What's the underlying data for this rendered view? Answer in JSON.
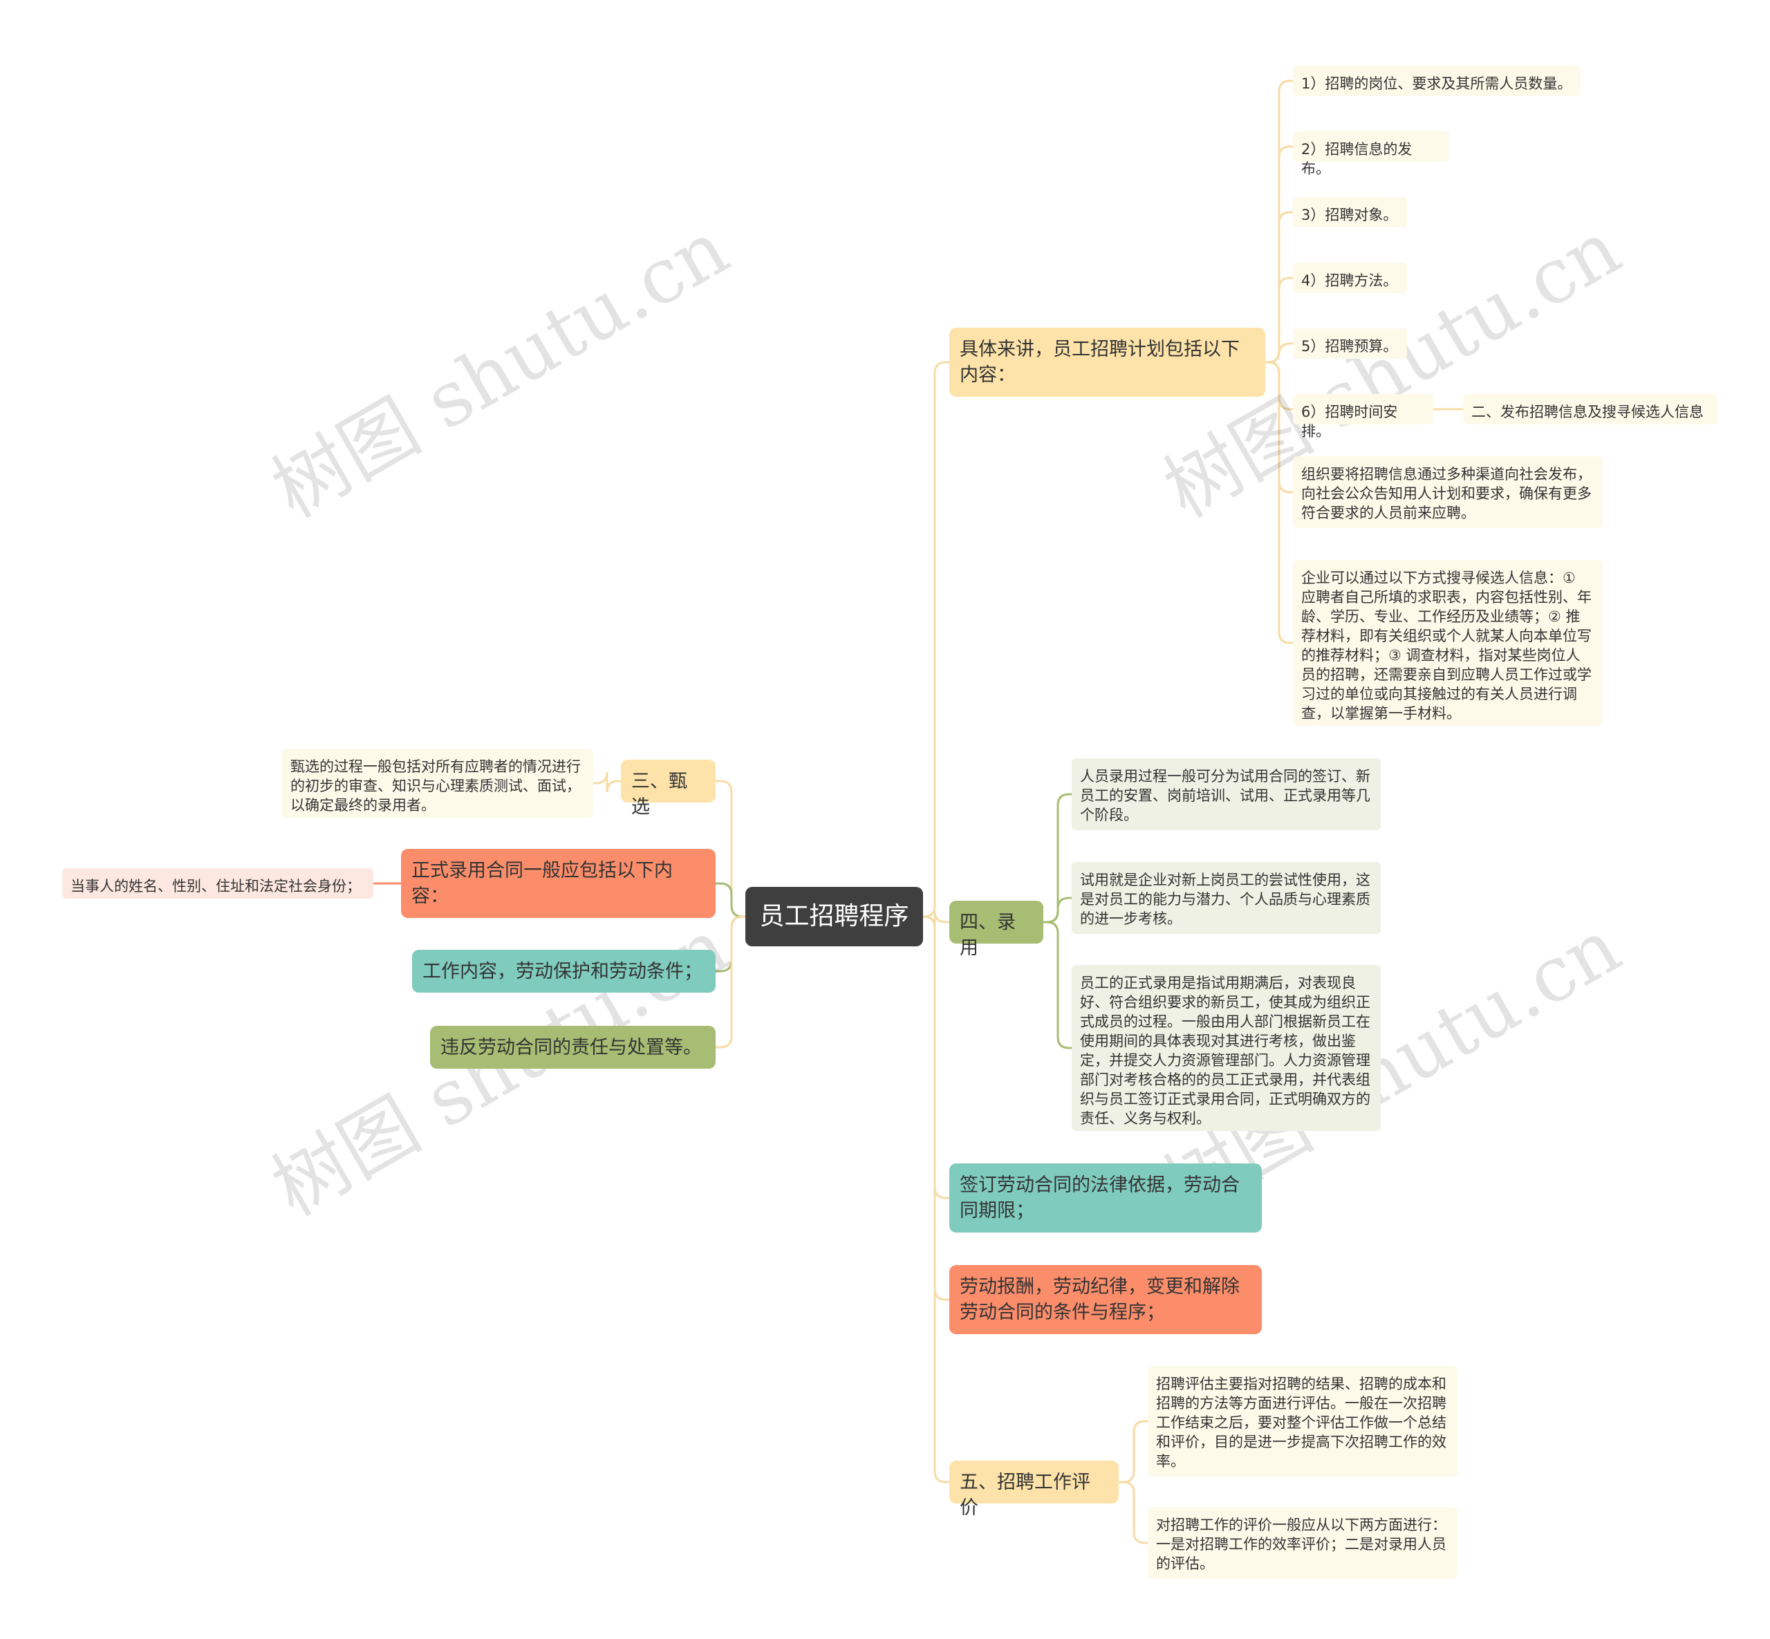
{
  "root": {
    "label": "员工招聘程序"
  },
  "right": {
    "plan": {
      "label": "具体来讲，员工招聘计划包括以下内容：",
      "items": [
        "1）招聘的岗位、要求及其所需人员数量。",
        "2）招聘信息的发布。",
        "3）招聘对象。",
        "4）招聘方法。",
        "5）招聘预算。",
        "6）招聘时间安排。"
      ],
      "item6_child": "二、发布招聘信息及搜寻候选人信息",
      "publish_text": "组织要将招聘信息通过多种渠道向社会发布，向社会公众告知用人计划和要求，确保有更多符合要求的人员前来应聘。",
      "search_text": "企业可以通过以下方式搜寻候选人信息：① 应聘者自己所填的求职表，内容包括性别、年龄、学历、专业、工作经历及业绩等；② 推荐材料，即有关组织或个人就某人向本单位写的推荐材料；③ 调查材料，指对某些岗位人员的招聘，还需要亲自到应聘人员工作过或学习过的单位或向其接触过的有关人员进行调查，以掌握第一手材料。"
    },
    "hire": {
      "label": "四、录用",
      "items": [
        "人员录用过程一般可分为试用合同的签订、新员工的安置、岗前培训、试用、正式录用等几个阶段。",
        "试用就是企业对新上岗员工的尝试性使用，这是对员工的能力与潜力、个人品质与心理素质的进一步考核。",
        "员工的正式录用是指试用期满后，对表现良好、符合组织要求的新员工，使其成为组织正式成员的过程。一般由用人部门根据新员工在使用期间的具体表现对其进行考核，做出鉴定，并提交人力资源管理部门。人力资源管理部门对考核合格的的员工正式录用，并代表组织与员工签订正式录用合同，正式明确双方的责任、义务与权利。"
      ]
    },
    "legal_basis": {
      "label": "签订劳动合同的法律依据，劳动合同期限；"
    },
    "pay": {
      "label": "劳动报酬，劳动纪律，变更和解除劳动合同的条件与程序；"
    },
    "evaluation": {
      "label": "五、招聘工作评价",
      "items": [
        "招聘评估主要指对招聘的结果、招聘的成本和招聘的方法等方面进行评估。一般在一次招聘工作结束之后，要对整个评估工作做一个总结和评价，目的是进一步提高下次招聘工作的效率。",
        "对招聘工作的评价一般应从以下两方面进行：一是对招聘工作的效率评价；二是对录用人员的评估。"
      ]
    }
  },
  "left": {
    "screening": {
      "label": "三、甄选",
      "child": "甄选的过程一般包括对所有应聘者的情况进行的初步的审查、知识与心理素质测试、面试，以确定最终的录用者。"
    },
    "contract": {
      "label": "正式录用合同一般应包括以下内容：",
      "child": "当事人的姓名、性别、住址和法定社会身份；"
    },
    "work": {
      "label": "工作内容，劳动保护和劳动条件；"
    },
    "breach": {
      "label": "违反劳动合同的责任与处置等。"
    }
  },
  "watermark": "树图 shutu.cn",
  "colors": {
    "yellow": "#fde3a9",
    "salmon": "#fb8d6b",
    "teal": "#7fcbbd",
    "green": "#a6bd73",
    "root": "#3f3f3f",
    "line_yellow": "#f6dca6",
    "line_green": "#a6bd73"
  }
}
